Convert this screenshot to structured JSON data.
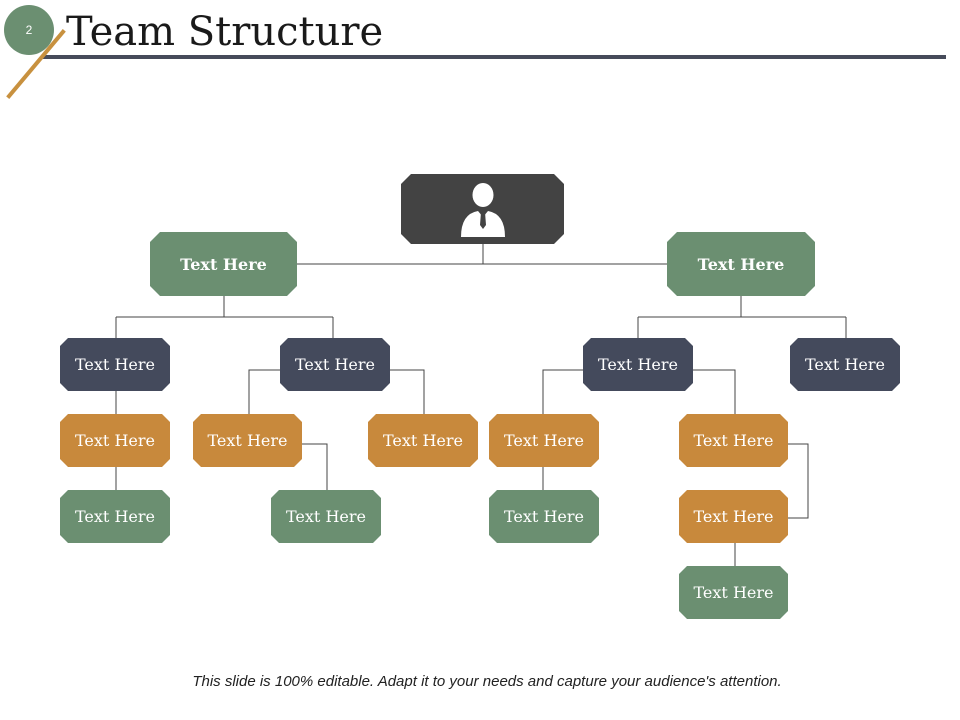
{
  "slide": {
    "number": "2",
    "title": "Team Structure",
    "footer": "This slide is 100% editable. Adapt it to your needs and capture your audience's attention."
  },
  "colors": {
    "green": "#6b8f71",
    "navy": "#444a5c",
    "gold": "#c8893c",
    "top": "#434343",
    "rule": "#464b5a"
  },
  "top_node": {
    "icon": "person-tie-icon"
  },
  "nodes": {
    "lead_left": "Text Here",
    "lead_right": "Text Here",
    "l1": "Text Here",
    "l2": "Text Here",
    "r1": "Text Here",
    "r2": "Text Here",
    "l1_a": "Text Here",
    "l1_b": "Text Here",
    "l2_a": "Text Here",
    "l2_a_child": "Text Here",
    "l2_b": "Text Here",
    "r1_a": "Text Here",
    "r1_a_child": "Text Here",
    "r1_b": "Text Here",
    "r1_b_child": "Text Here",
    "r1_b_grandchild": "Text Here"
  }
}
